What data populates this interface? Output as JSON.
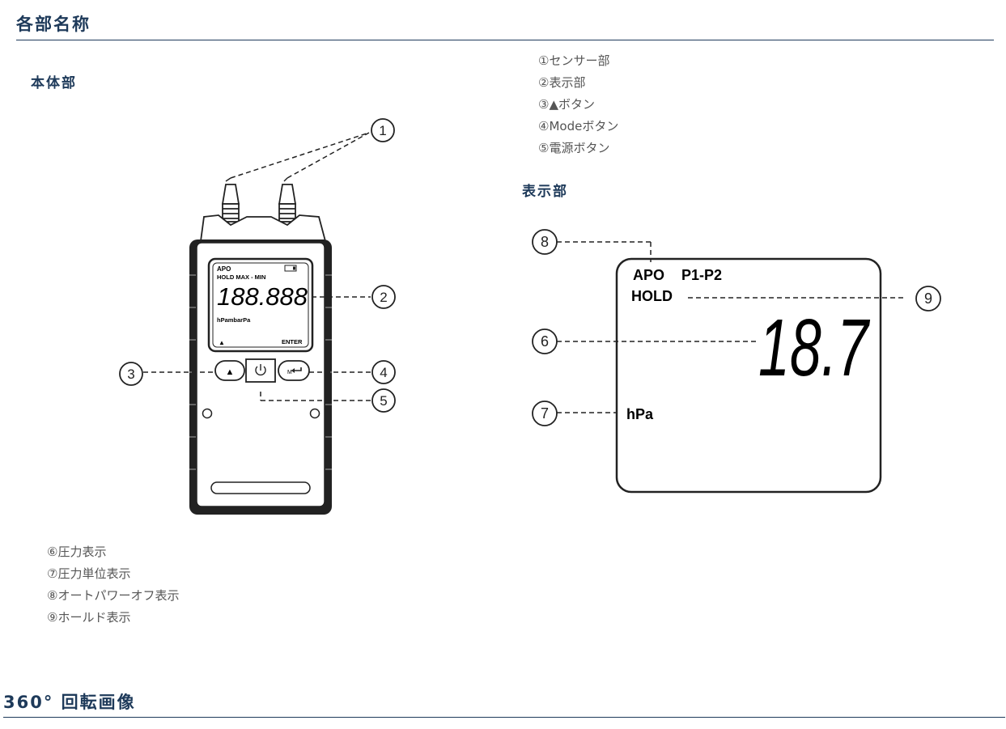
{
  "section1": {
    "title": "各部名称"
  },
  "body_section": {
    "title": "本体部"
  },
  "display_section": {
    "title": "表示部"
  },
  "legend_body": [
    "①センサー部",
    "②表示部",
    "③▲ボタン",
    "④Modeボタン",
    "⑤電源ボタン"
  ],
  "legend_display": [
    "⑥圧力表示",
    "⑦圧力単位表示",
    "⑧オートパワーオフ表示",
    "⑨ホールド表示"
  ],
  "device": {
    "lcd_apo": "APO",
    "lcd_hold": "HOLD MAX - MIN",
    "lcd_digits": "188.888",
    "lcd_units": "hPambarPa",
    "lcd_up": "▲",
    "lcd_enter": "ENTER",
    "btn_up": "▲",
    "btn_power": "⏻",
    "btn_mode": "M"
  },
  "callouts": {
    "c1": "①",
    "c2": "②",
    "c3": "③",
    "c4": "④",
    "c5": "⑤",
    "c6": "⑥",
    "c7": "⑦",
    "c8": "⑧",
    "c9": "⑨"
  },
  "display_detail": {
    "apo": "APO",
    "p1p2": "P1-P2",
    "hold": "HOLD",
    "value": "18.7",
    "unit": "hPa"
  },
  "section2": {
    "title": "360° 回転画像"
  }
}
